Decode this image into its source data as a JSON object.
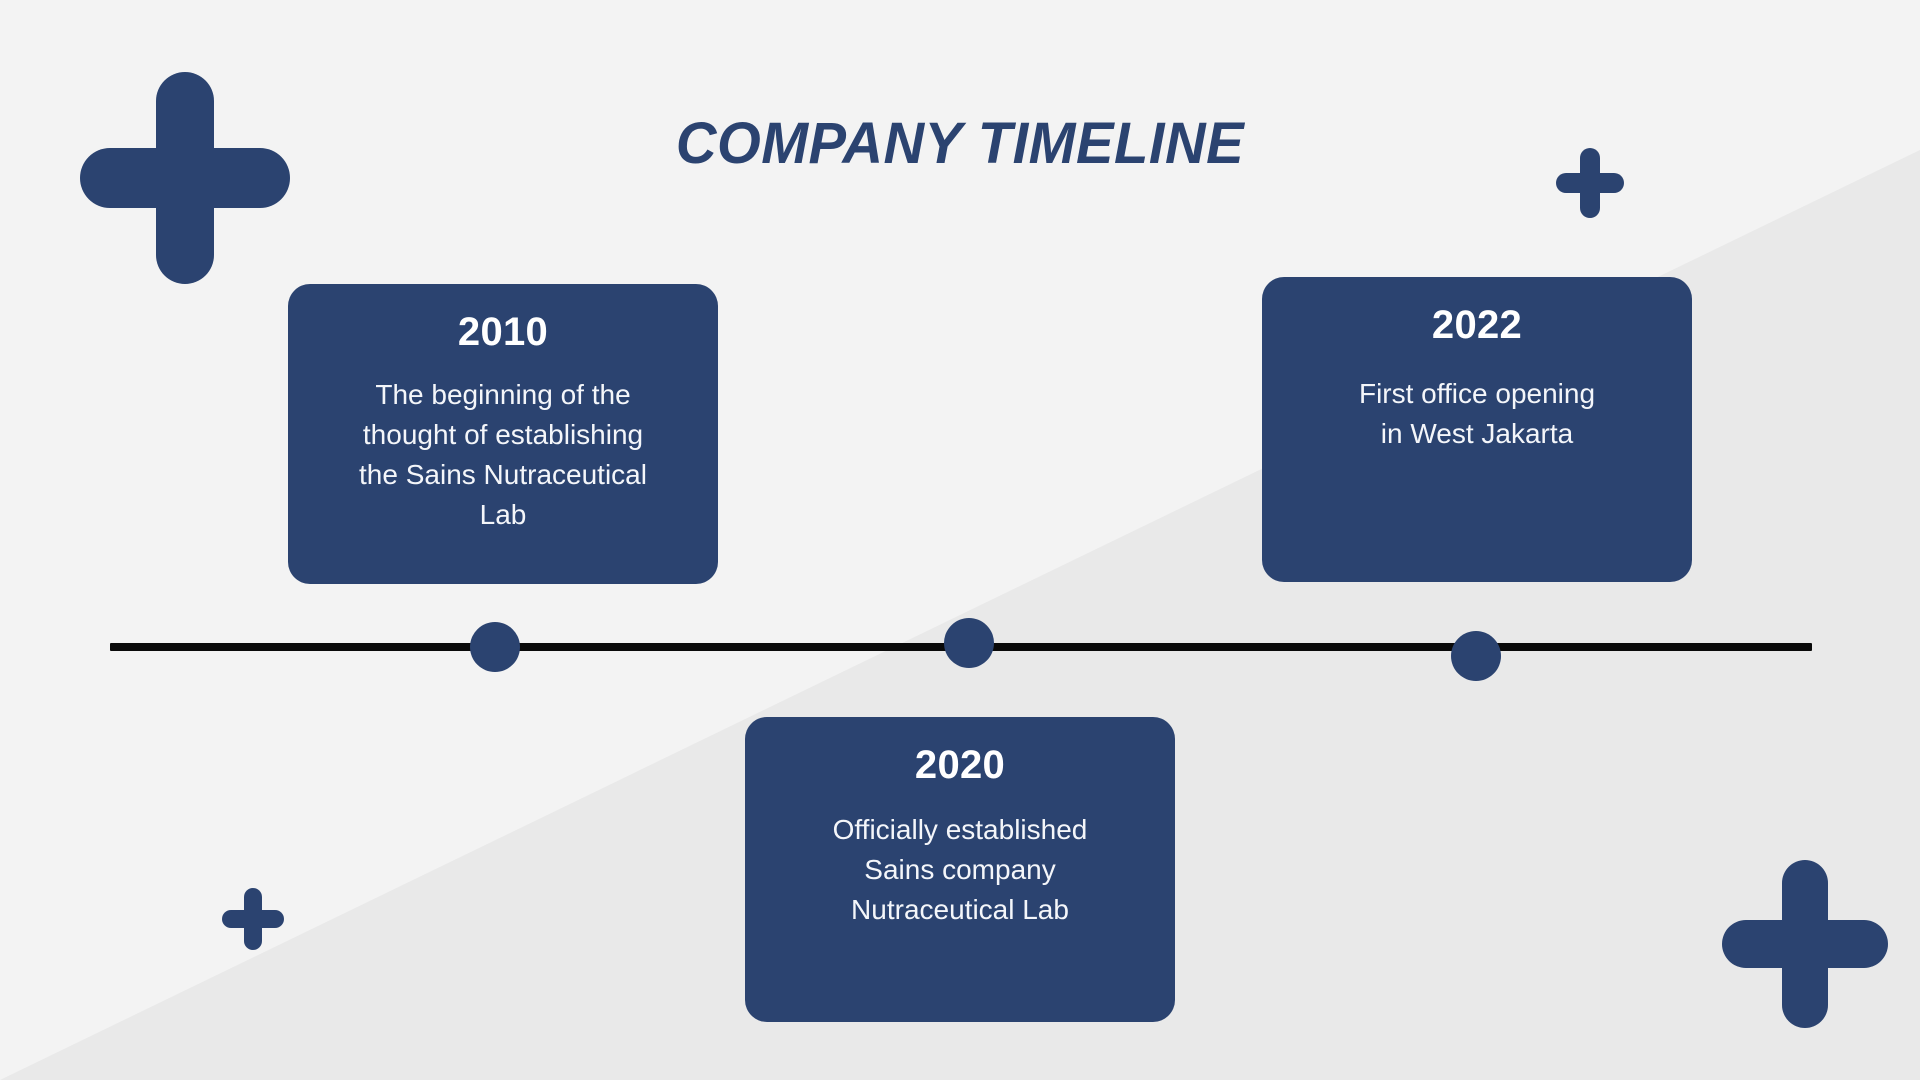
{
  "page": {
    "title": "COMPANY TIMELINE",
    "background_color": "#f3f3f3",
    "diagonal_band_color": "#e9e9e9",
    "accent_color": "#2b4370",
    "axis_color": "#0a0a0a",
    "text_on_card_color": "#ffffff"
  },
  "timeline": {
    "axis_label": "timeline-axis",
    "milestones": [
      {
        "year": "2010",
        "description": "The beginning of the\nthought of establishing\nthe Sains Nutraceutical\nLab",
        "position": "above",
        "marker": "timeline-dot-2010"
      },
      {
        "year": "2020",
        "description": "Officially established\nSains company\nNutraceutical Lab",
        "position": "below",
        "marker": "timeline-dot-2020"
      },
      {
        "year": "2022",
        "description": "First office opening\nin West Jakarta",
        "position": "above",
        "marker": "timeline-dot-2022"
      }
    ]
  },
  "decorations": {
    "plus_top_left": "plus-icon",
    "plus_top_right": "plus-icon",
    "plus_bottom_left": "plus-icon",
    "plus_bottom_right": "plus-icon"
  }
}
